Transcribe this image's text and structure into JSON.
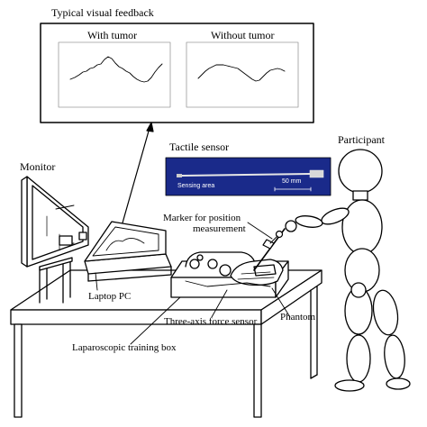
{
  "feedback": {
    "title": "Typical visual feedback",
    "with_tumor": "With tumor",
    "without_tumor": "Without tumor"
  },
  "sensor": {
    "title": "Tactile sensor",
    "sensing_area": "Sensing area",
    "scale": "50 mm"
  },
  "labels": {
    "monitor": "Monitor",
    "participant": "Participant",
    "marker_line1": "Marker for position",
    "marker_line2": "measurement",
    "laptop": "Laptop PC",
    "phantom": "Phantom",
    "force_sensor": "Three-axis force sensor",
    "training_box": "Laparoscopic training box"
  },
  "colors": {
    "line": "#000000",
    "sensor_bg": "#1a2a8a",
    "background": "#ffffff"
  }
}
